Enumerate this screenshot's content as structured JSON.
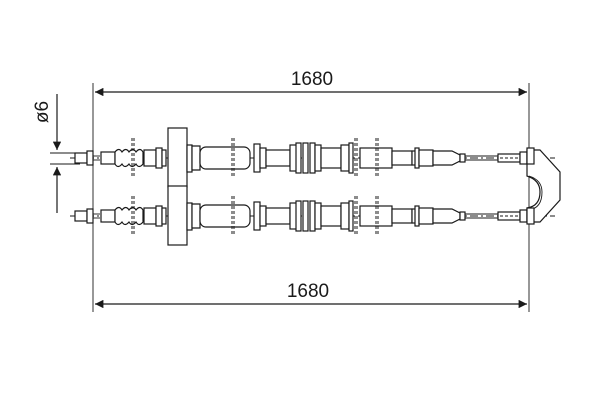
{
  "diagram": {
    "type": "technical-drawing",
    "subject": "parking brake cable (twin cable)",
    "dimensions": {
      "top_length": {
        "label": "1680"
      },
      "bottom_length": {
        "label": "1680"
      },
      "diameter": {
        "label": "ø6"
      }
    },
    "colors": {
      "line": "#1a1a1a",
      "background": "#ffffff"
    }
  }
}
